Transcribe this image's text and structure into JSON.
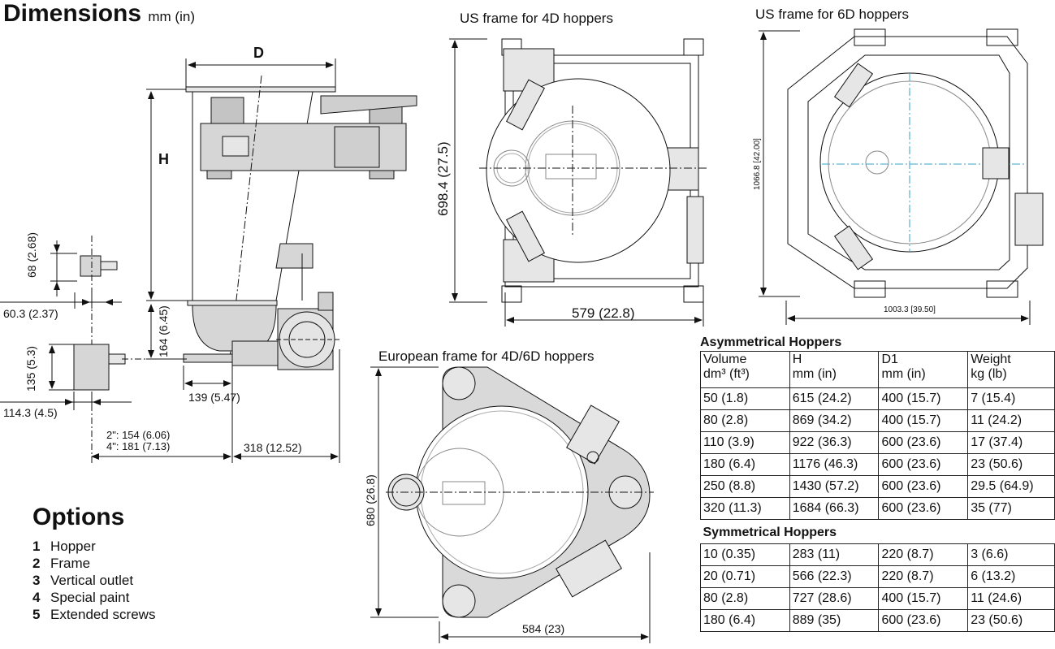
{
  "header": {
    "title": "Dimensions",
    "unit": "mm (in)"
  },
  "side_view": {
    "D": "D",
    "H": "H",
    "dim_68": "68 (2.68)",
    "dim_60": "60.3 (2.37)",
    "dim_164": "164 (6.45)",
    "dim_135": "135 (5.3)",
    "dim_139": "139 (5.47)",
    "dim_114": "114.3 (4.5)",
    "dim_2in": "2\": 154 (6.06)",
    "dim_4in": "4\": 181 (7.13)",
    "dim_318": "318 (12.52)"
  },
  "us4d": {
    "caption": "US frame for 4D hoppers",
    "height": "698.4 (27.5)",
    "width": "579 (22.8)"
  },
  "us6d": {
    "caption": "US frame for 6D hoppers",
    "height": "1066.8 [42.00]",
    "width": "1003.3 [39.50]"
  },
  "eu": {
    "caption": "European frame for 4D/6D hoppers",
    "height": "680 (26.8)",
    "width": "584 (23)"
  },
  "options": {
    "title": "Options",
    "items": [
      {
        "num": "1",
        "label": "Hopper"
      },
      {
        "num": "2",
        "label": "Frame"
      },
      {
        "num": "3",
        "label": "Vertical outlet"
      },
      {
        "num": "4",
        "label": "Special paint"
      },
      {
        "num": "5",
        "label": "Extended screws"
      }
    ]
  },
  "table": {
    "asym_title": "Asymmetrical Hoppers",
    "sym_title": "Symmetrical Hoppers",
    "headers": [
      {
        "l1": "Volume",
        "l2": "dm³ (ft³)"
      },
      {
        "l1": "H",
        "l2": "mm (in)"
      },
      {
        "l1": "D1",
        "l2": "mm (in)"
      },
      {
        "l1": "Weight",
        "l2": "kg (lb)"
      }
    ],
    "asym_rows": [
      [
        "50 (1.8)",
        "615 (24.2)",
        "400 (15.7)",
        "7 (15.4)"
      ],
      [
        "80 (2.8)",
        "869 (34.2)",
        "400 (15.7)",
        "11 (24.2)"
      ],
      [
        "110 (3.9)",
        "922 (36.3)",
        "600 (23.6)",
        "17 (37.4)"
      ],
      [
        "180 (6.4)",
        "1176 (46.3)",
        "600 (23.6)",
        "23 (50.6)"
      ],
      [
        "250 (8.8)",
        "1430 (57.2)",
        "600 (23.6)",
        "29.5 (64.9)"
      ],
      [
        "320 (11.3)",
        "1684 (66.3)",
        "600 (23.6)",
        "35 (77)"
      ]
    ],
    "sym_rows": [
      [
        "10 (0.35)",
        "283 (11)",
        "220 (8.7)",
        "3 (6.6)"
      ],
      [
        "20 (0.71)",
        "566 (22.3)",
        "220 (8.7)",
        "6 (13.2)"
      ],
      [
        "80 (2.8)",
        "727 (28.6)",
        "400 (15.7)",
        "11 (24.6)"
      ],
      [
        "180 (6.4)",
        "889 (35)",
        "600 (23.6)",
        "23 (50.6)"
      ]
    ]
  },
  "colors": {
    "line": "#111111",
    "frame_fill": "#d4d4d4",
    "accent_centerline": "#3aa3c8"
  }
}
